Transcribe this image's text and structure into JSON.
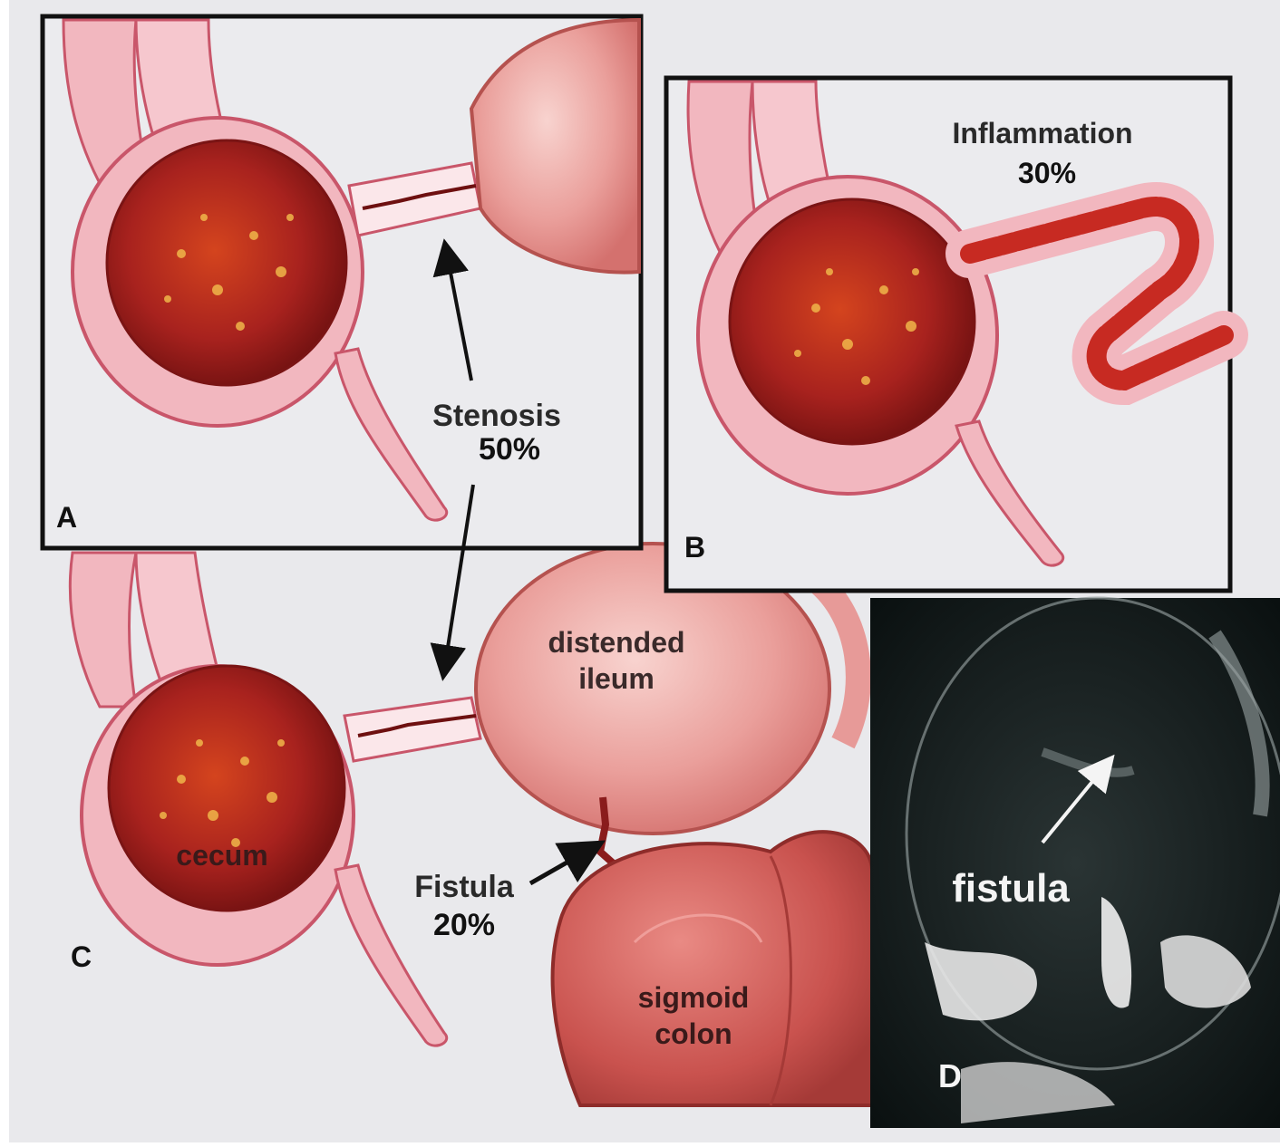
{
  "panels": {
    "a": {
      "letter": "A"
    },
    "b": {
      "letter": "B",
      "label": "Inflammation",
      "percent": "30%"
    },
    "c": {
      "letter": "C"
    },
    "d": {
      "letter": "D",
      "label": "fistula"
    }
  },
  "labels": {
    "stenosis": {
      "name": "Stenosis",
      "percent": "50%"
    },
    "fistula": {
      "name": "Fistula",
      "percent": "20%"
    },
    "distended_ileum": {
      "line1": "distended",
      "line2": "ileum"
    },
    "cecum": "cecum",
    "sigmoid_colon": {
      "line1": "sigmoid",
      "line2": "colon"
    }
  },
  "colors": {
    "background": "#e9e9ec",
    "tissue_pink": "#f2b7bf",
    "tissue_outline": "#c9566a",
    "lumen_red": "#a8221e",
    "inflamed_red": "#c72a22",
    "ileum": "#e79a98",
    "frame": "#111111",
    "xray_dark": "#0c1414",
    "xray_light": "#f4f4f4"
  }
}
